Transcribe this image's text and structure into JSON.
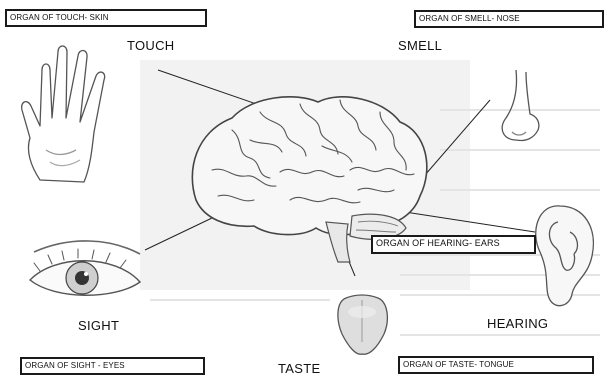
{
  "diagram": {
    "senses": {
      "touch": "TOUCH",
      "smell": "SMELL",
      "sight": "SIGHT",
      "hearing": "HEARING",
      "taste": "TASTE"
    },
    "organ_labels": {
      "touch": "ORGAN OF TOUCH- SKIN",
      "smell": "ORGAN OF SMELL- NOSE",
      "hearing": "ORGAN OF HEARING- EARS",
      "sight": "ORGAN OF SIGHT - EYES",
      "taste": "ORGAN OF TASTE- TONGUE"
    }
  }
}
